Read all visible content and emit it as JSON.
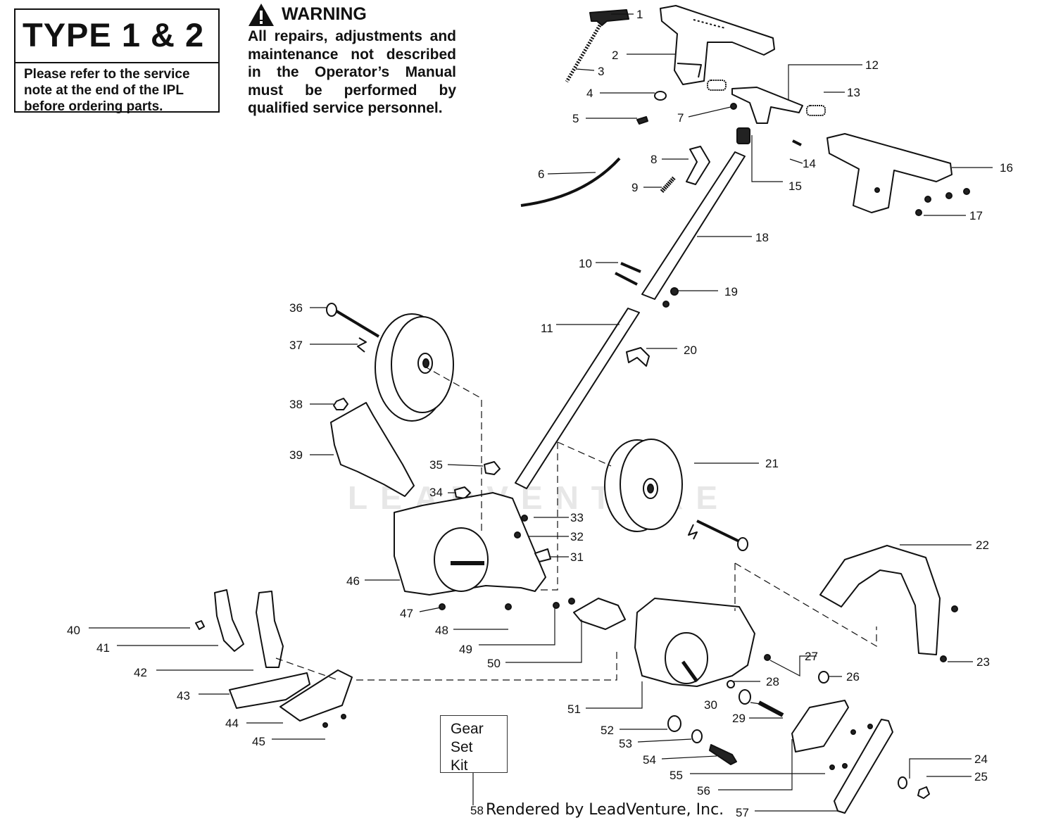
{
  "type_box": {
    "title": "TYPE 1 & 2",
    "note": "Please refer to the service note at the end of the IPL before ordering parts."
  },
  "warning": {
    "heading": "WARNING",
    "body": "All repairs, adjustments and maintenance not described in the Operator’s Manual must be performed by qualified service personnel."
  },
  "callouts": [
    "1",
    "2",
    "3",
    "4",
    "5",
    "6",
    "7",
    "8",
    "9",
    "10",
    "11",
    "12",
    "13",
    "14",
    "15",
    "16",
    "17",
    "18",
    "19",
    "20",
    "21",
    "22",
    "23",
    "24",
    "25",
    "26",
    "27",
    "28",
    "29",
    "30",
    "31",
    "32",
    "33",
    "34",
    "35",
    "36",
    "37",
    "38",
    "39",
    "40",
    "41",
    "42",
    "43",
    "44",
    "45",
    "46",
    "47",
    "48",
    "49",
    "50",
    "51",
    "52",
    "53",
    "54",
    "55",
    "56",
    "57",
    "58"
  ],
  "gear_set_kit": "Gear Set Kit",
  "footer": "Rendered by LeadVenture, Inc.",
  "watermark": "LEADVENTURE",
  "colors": {
    "line": "#111111",
    "part_fill": "#ffffff",
    "dark_fill": "#222222",
    "watermark": "#e7e7e7"
  }
}
